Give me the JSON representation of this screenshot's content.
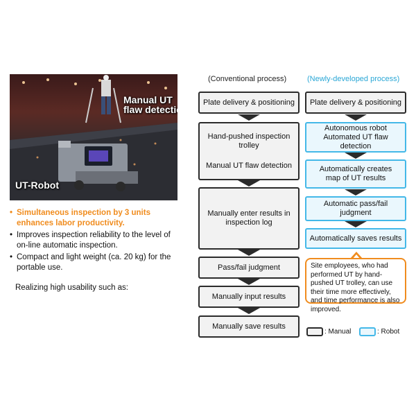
{
  "photo": {
    "caption_manual": "Manual UT\nflaw detection",
    "caption_robot": "UT-Robot"
  },
  "bullets": [
    {
      "text": "Simultaneous inspection by 3 units enhances labor productivity.",
      "accent": true
    },
    {
      "text": "Improves inspection reliability to the level of on-line automatic inspection.",
      "accent": false
    },
    {
      "text": "Compact and light weight (ca. 20 kg) for the portable use.",
      "accent": false
    }
  ],
  "realizing": "Realizing high usability such as:",
  "conventional": {
    "header": "(Conventional process)",
    "steps": [
      "Plate delivery & positioning",
      "Hand-pushed inspection trolley",
      "Manual UT flaw detection",
      "Manually enter results in inspection log",
      "Pass/fail judgment",
      "Manually input results",
      "Manually save results"
    ]
  },
  "new": {
    "header": "(Newly-developed process)",
    "steps": [
      "Plate delivery & positioning",
      "Autonomous robot Automated UT flaw detection",
      "Automatically creates map of UT results",
      "Automatic pass/fail judgment",
      "Automatically saves results"
    ]
  },
  "callout": "Site employees, who had performed UT by hand-pushed UT trolley, can use their time more effectively, and time performance is also improved.",
  "legend": {
    "manual": ": Manual",
    "robot": ": Robot"
  },
  "colors": {
    "accent_orange": "#f08c1e",
    "robot_blue": "#43b8e8",
    "manual_border": "#2b2b2b"
  }
}
